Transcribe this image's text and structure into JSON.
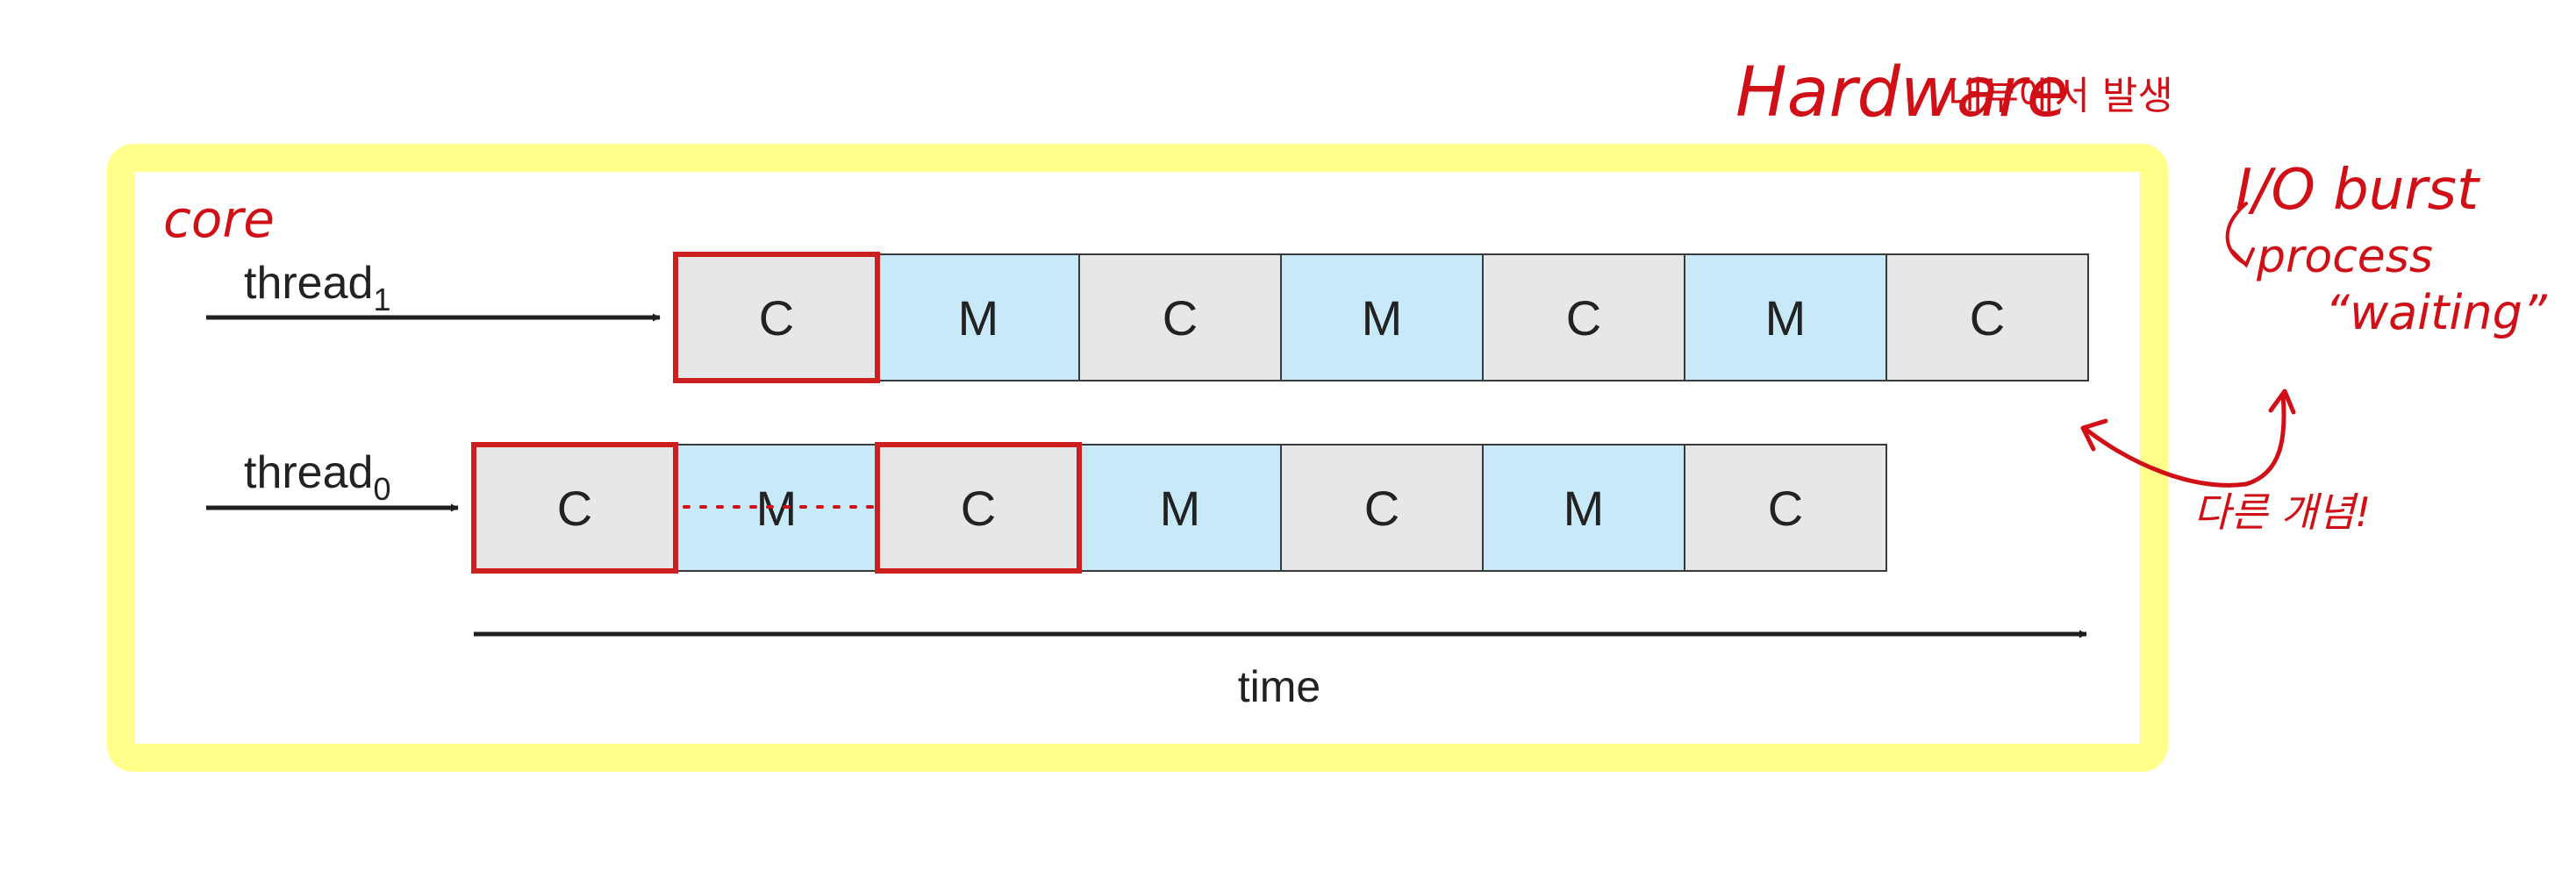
{
  "diagram": {
    "core_label": "core",
    "thread1_label": "thread",
    "thread1_sub": "1",
    "thread0_label": "thread",
    "thread0_sub": "0",
    "time_label": "time",
    "thread1_cells": [
      "C",
      "M",
      "C",
      "M",
      "C",
      "M",
      "C"
    ],
    "thread0_cells": [
      "C",
      "M",
      "C",
      "M",
      "C",
      "M",
      "C"
    ],
    "highlighted": {
      "thread1": [
        0
      ],
      "thread0": [
        0,
        2
      ]
    }
  },
  "annotations": {
    "hardware": "Hardware",
    "hardware_korean": "내부에서 발생",
    "io_burst": "I/O burst",
    "process": "process",
    "waiting": "“waiting”",
    "different_concept": "다른 개념!"
  },
  "colors": {
    "c_fill": "#e6e7e8",
    "m_fill": "#c8e9f8",
    "cell_stroke": "#3a3a3a",
    "highlight_red": "#cc1f1f",
    "annotation_red": "#d10f16",
    "frame_yellow": "#ffff8a"
  }
}
